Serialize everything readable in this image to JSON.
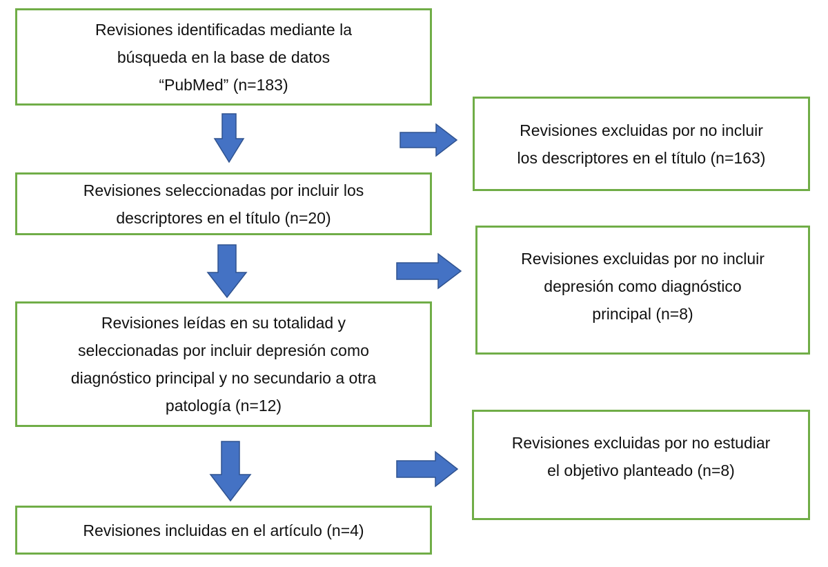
{
  "colors": {
    "box_border": "#70ad47",
    "arrow_fill": "#4472c4",
    "arrow_stroke": "#2f528f"
  },
  "main_flow": [
    {
      "lines": [
        "Revisiones identificadas mediante la",
        "búsqueda en la base de datos",
        "“PubMed” (n=183)"
      ]
    },
    {
      "lines": [
        "Revisiones seleccionadas por incluir los",
        "descriptores en el título (n=20)"
      ]
    },
    {
      "lines": [
        "Revisiones leídas en su totalidad y",
        "seleccionadas por incluir depresión como",
        "diagnóstico principal y no secundario a otra",
        "patología (n=12)"
      ]
    },
    {
      "lines": [
        "Revisiones incluidas en el artículo (n=4)"
      ]
    }
  ],
  "exclusions": [
    {
      "lines": [
        "Revisiones excluidas por no incluir",
        "los descriptores en el título (n=163)"
      ]
    },
    {
      "lines": [
        "Revisiones excluidas por no incluir",
        "depresión como diagnóstico",
        "principal (n=8)"
      ]
    },
    {
      "lines": [
        "Revisiones excluidas por no estudiar",
        "el objetivo planteado (n=8)"
      ]
    }
  ]
}
